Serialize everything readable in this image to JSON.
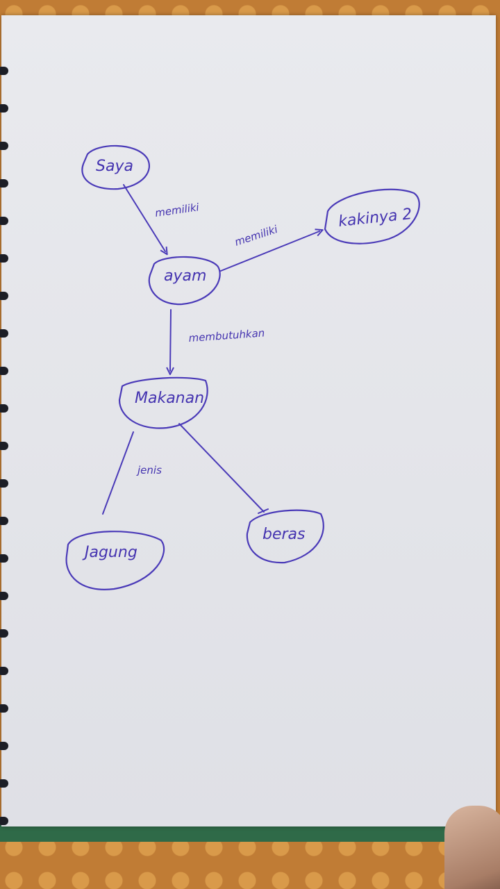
{
  "colors": {
    "ink": "#4a3ab8",
    "paper": "#e6e7ec",
    "table": "#c07c35"
  },
  "nodes": {
    "saya": "Saya",
    "ayam": "ayam",
    "kakinya": "kakinya 2",
    "makanan": "Makanan",
    "jagung": "Jagung",
    "beras": "beras"
  },
  "edges": {
    "saya_ayam": "memiliki",
    "ayam_kakinya": "memiliki",
    "ayam_makanan": "membutuhkan",
    "makanan_jenis": "jenis"
  }
}
